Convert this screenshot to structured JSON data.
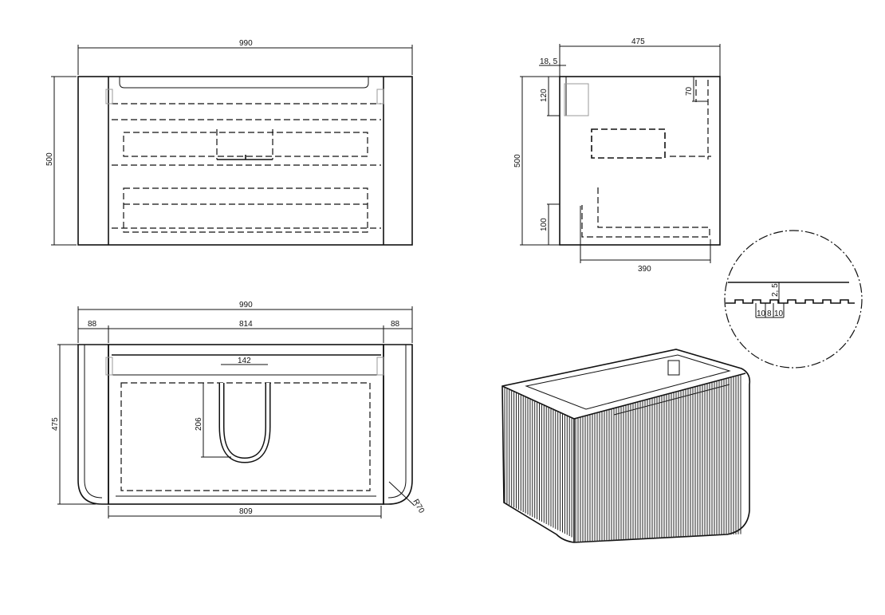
{
  "front_view": {
    "width": "990",
    "height": "500"
  },
  "side_view": {
    "depth": "475",
    "offset": "18, 5",
    "top_height": "120",
    "height": "500",
    "bottom_height": "100",
    "right_height": "70",
    "bottom_depth": "390"
  },
  "top_view": {
    "width": "990",
    "left_side": "88",
    "middle": "814",
    "right_side": "88",
    "depth": "475",
    "cutout_width": "142",
    "cutout_depth": "206",
    "inner_width": "809",
    "radius": "R70"
  },
  "detail_view": {
    "groove_depth": "2, 5",
    "dim_a": "10",
    "dim_b": "8",
    "dim_c": "10"
  }
}
